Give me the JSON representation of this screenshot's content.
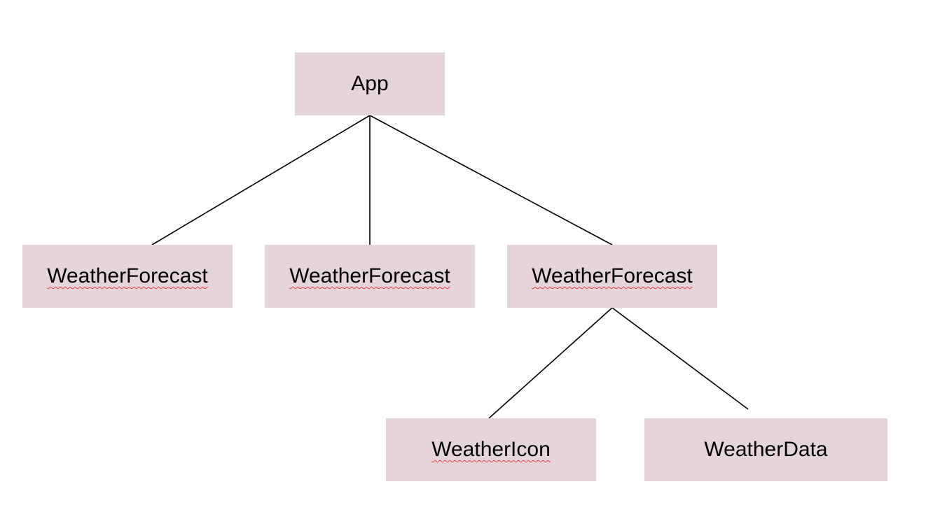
{
  "diagram": {
    "nodes": [
      {
        "id": "app",
        "label": "App",
        "spellcheck_underline": false
      },
      {
        "id": "wf1",
        "label": "WeatherForecast",
        "spellcheck_underline": true
      },
      {
        "id": "wf2",
        "label": "WeatherForecast",
        "spellcheck_underline": true
      },
      {
        "id": "wf3",
        "label": "WeatherForecast",
        "spellcheck_underline": true
      },
      {
        "id": "icon",
        "label": "WeatherIcon",
        "spellcheck_underline": true
      },
      {
        "id": "data",
        "label": "WeatherData",
        "spellcheck_underline": false
      }
    ],
    "edges": [
      {
        "from": "app",
        "to": "wf1"
      },
      {
        "from": "app",
        "to": "wf2"
      },
      {
        "from": "app",
        "to": "wf3"
      },
      {
        "from": "wf3",
        "to": "icon"
      },
      {
        "from": "wf3",
        "to": "data"
      }
    ]
  },
  "colors": {
    "node_fill": "#e6d4db",
    "edge": "#000000",
    "text": "#000000",
    "spellcheck": "#e04040"
  }
}
